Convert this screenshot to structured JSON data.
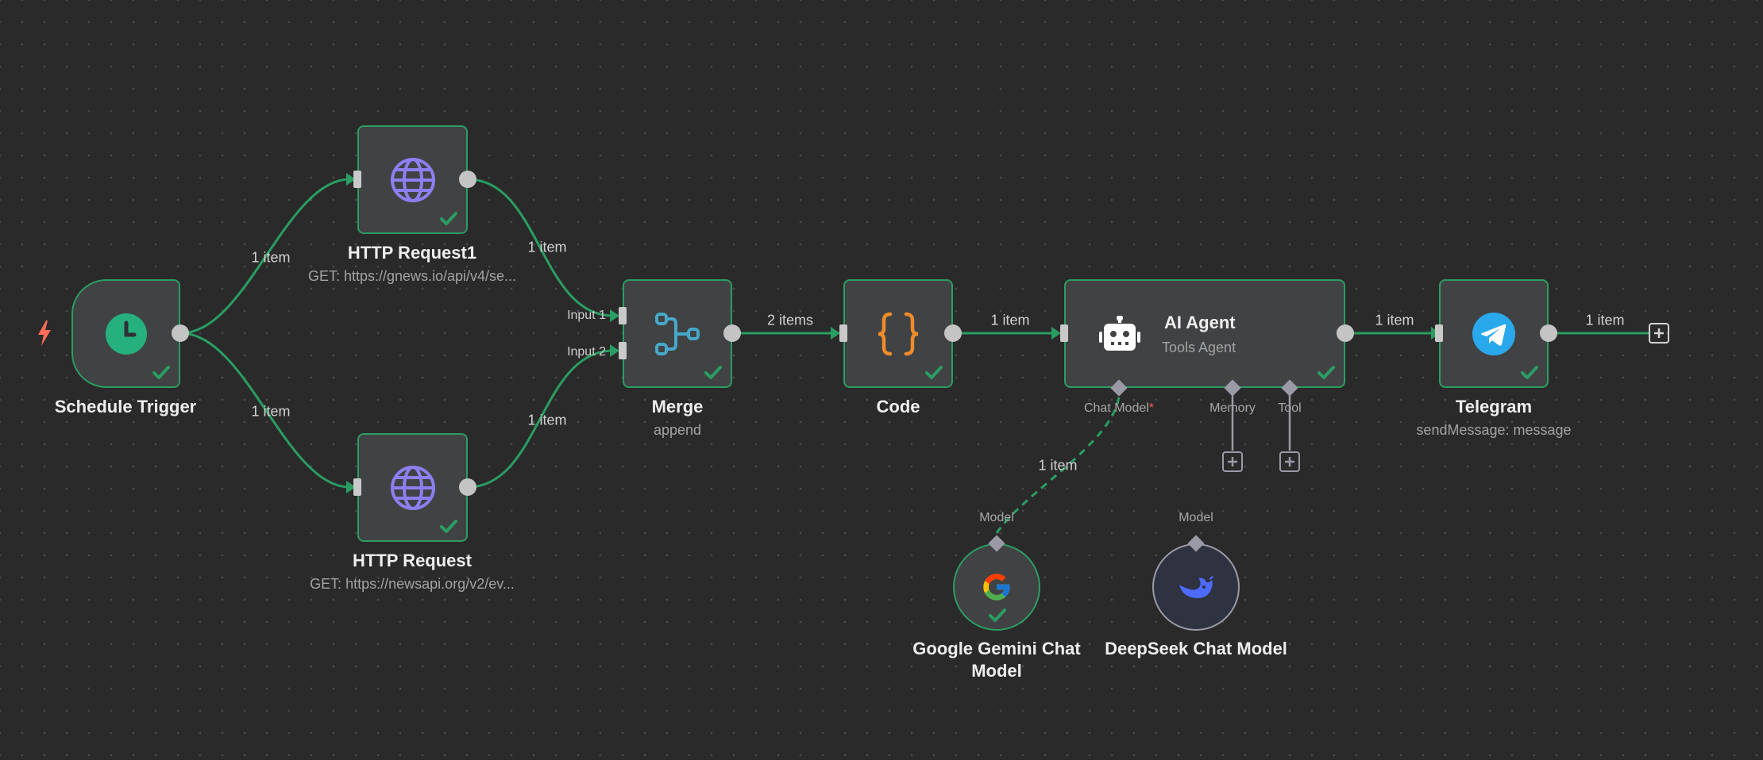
{
  "theme": {
    "canvas_bg": "#2a2a2a",
    "node_bg": "#414244",
    "success_color": "#2a9d63",
    "trigger_icon_color": "#ff6d5a",
    "connector_color": "#c4c4c4"
  },
  "nodes": {
    "schedule_trigger": {
      "title": "Schedule Trigger",
      "icon": "clock-icon",
      "status": "success"
    },
    "http_request1": {
      "title": "HTTP Request1",
      "subtitle": "GET: https://gnews.io/api/v4/se...",
      "icon": "globe-icon",
      "status": "success"
    },
    "http_request": {
      "title": "HTTP Request",
      "subtitle": "GET: https://newsapi.org/v2/ev...",
      "icon": "globe-icon",
      "status": "success"
    },
    "merge": {
      "title": "Merge",
      "subtitle": "append",
      "icon": "merge-icon",
      "status": "success",
      "inputs": [
        "Input 1",
        "Input 2"
      ]
    },
    "code": {
      "title": "Code",
      "icon": "code-braces-icon",
      "status": "success"
    },
    "ai_agent": {
      "title": "AI Agent",
      "subtitle": "Tools Agent",
      "icon": "robot-icon",
      "status": "success",
      "slots": {
        "chat_model": "Chat Model",
        "chat_model_required": "*",
        "memory": "Memory",
        "tool": "Tool"
      }
    },
    "telegram": {
      "title": "Telegram",
      "subtitle": "sendMessage: message",
      "icon": "telegram-icon",
      "status": "success"
    },
    "gemini": {
      "title": "Google Gemini Chat Model",
      "slot_label": "Model",
      "icon": "google-icon",
      "status": "success"
    },
    "deepseek": {
      "title": "DeepSeek Chat Model",
      "slot_label": "Model",
      "icon": "deepseek-whale-icon",
      "status": "idle"
    }
  },
  "connections": {
    "trigger_to_http1": "1 item",
    "trigger_to_http": "1 item",
    "http1_to_merge": "1 item",
    "http_to_merge": "1 item",
    "merge_to_code": "2 items",
    "code_to_agent": "1 item",
    "agent_to_telegram": "1 item",
    "telegram_out": "1 item",
    "gemini_to_agent": "1 item"
  }
}
